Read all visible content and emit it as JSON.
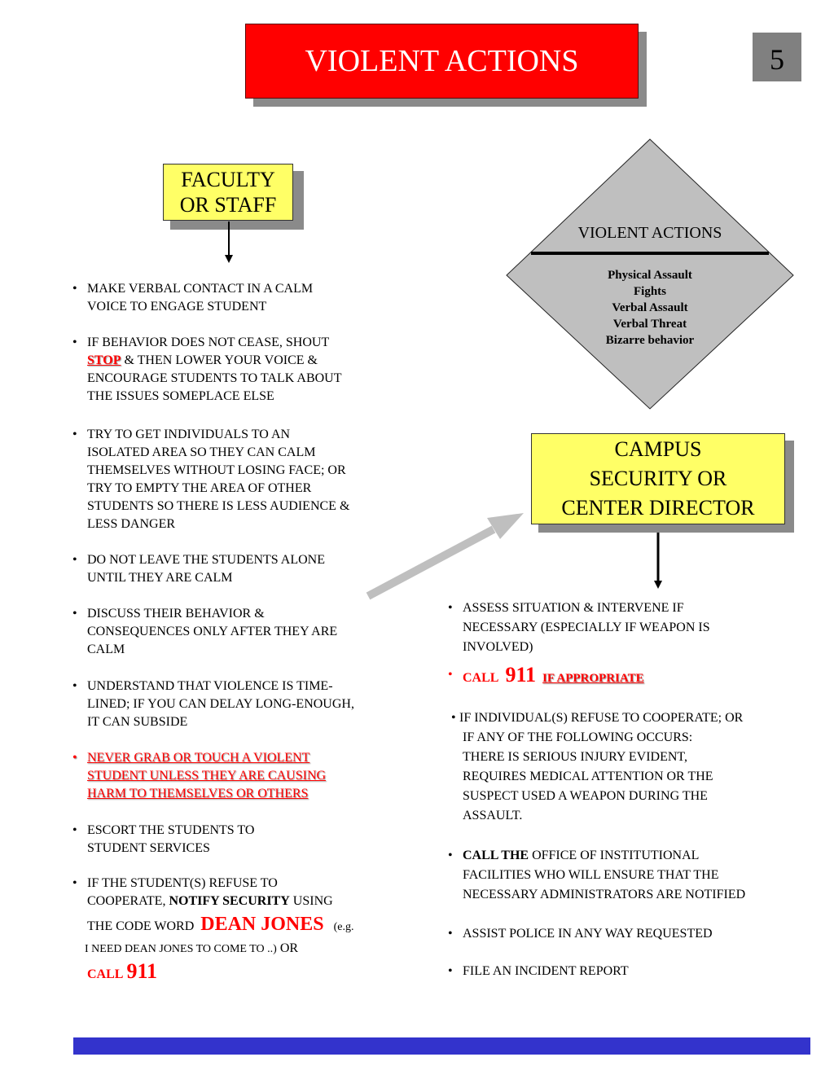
{
  "header": {
    "title": "VIOLENT ACTIONS",
    "page_number": "5"
  },
  "faculty_box": {
    "line1": "FACULTY",
    "line2": "OR STAFF"
  },
  "diamond": {
    "title": "VIOLENT ACTIONS",
    "items": [
      "Physical Assault",
      "Fights",
      "Verbal Assault",
      "Verbal Threat",
      "Bizarre behavior"
    ]
  },
  "security_box": {
    "line1": "CAMPUS",
    "line2": "SECURITY OR",
    "line3": "CENTER DIRECTOR"
  },
  "left_steps": {
    "s1_l1": "MAKE VERBAL CONTACT IN A CALM",
    "s1_l2": "VOICE TO ENGAGE STUDENT",
    "s2_l1": "IF BEHAVIOR DOES NOT CEASE, SHOUT",
    "s2_stop": "STOP",
    "s2_l2": "& THEN LOWER YOUR VOICE &",
    "s2_l3": "ENCOURAGE STUDENTS TO TALK ABOUT",
    "s2_l4": "THE ISSUES SOMEPLACE ELSE",
    "s3_l1": "TRY TO GET INDIVIDUALS TO AN",
    "s3_l2": "ISOLATED AREA SO THEY CAN CALM",
    "s3_l3": "THEMSELVES WITHOUT LOSING FACE; OR",
    "s3_l4": "TRY TO EMPTY THE AREA OF OTHER",
    "s3_l5": "STUDENTS SO THERE IS LESS AUDIENCE &",
    "s3_l6": "LESS DANGER",
    "s4_l1": "DO NOT LEAVE THE STUDENTS  ALONE",
    "s4_l2": "UNTIL THEY ARE CALM",
    "s5_l1": "DISCUSS THEIR BEHAVIOR &",
    "s5_l2": "CONSEQUENCES ONLY AFTER THEY ARE",
    "s5_l3": "CALM",
    "s6_l1": "UNDERSTAND THAT VIOLENCE IS TIME-",
    "s6_l2": "LINED; IF YOU CAN DELAY LONG-ENOUGH,",
    "s6_l3": "IT CAN SUBSIDE",
    "s7_l1": "NEVER GRAB OR TOUCH A VIOLENT",
    "s7_l2": "STUDENT UNLESS THEY ARE CAUSING",
    "s7_l3": "HARM TO THEMSELVES OR OTHERS",
    "s8_l1": "ESCORT THE STUDENTS TO",
    "s8_l2": "STUDENT SERVICES",
    "s9_l1": "IF THE STUDENT(S) REFUSE TO",
    "s9_l2a": "COOPERATE,",
    "s9_l2b": "NOTIFY SECURITY",
    "s9_l2c": "USING",
    "s9_l3a": "THE CODE WORD",
    "s9_code": "DEAN JONES",
    "s9_eg": "(e.g.",
    "s9_l4a": "I   NEED DEAN JONES TO COME TO ..)",
    "s9_l4b": "OR",
    "s9_call": "CALL",
    "s9_911": "911"
  },
  "right_steps": {
    "r1_l1": "ASSESS SITUATION &  INTERVENE IF",
    "r1_l2": "NECESSARY (ESPECIALLY IF WEAPON IS",
    "r1_l3": "INVOLVED)",
    "r2_call": "CALL",
    "r2_911": "911",
    "r2_if": "IF  APPROPRIATE",
    "r3_l1": "IF INDIVIDUAL(S)  REFUSE TO COOPERATE; OR",
    "r3_l2": "IF ANY OF THE FOLLOWING OCCURS:",
    "r3_l3": "THERE IS  SERIOUS INJURY EVIDENT,",
    "r3_l4": "REQUIRES MEDICAL ATTENTION OR THE",
    "r3_l5": "SUSPECT USED A WEAPON DURING THE",
    "r3_l6": "ASSAULT.",
    "r4_callthe": "CALL THE",
    "r4_l1": "OFFICE OF INSTITUTIONAL",
    "r4_l2": "FACILITIES WHO WILL ENSURE THAT THE",
    "r4_l3": "NECESSARY ADMINISTRATORS ARE NOTIFIED",
    "r5_l1": "ASSIST POLICE IN ANY WAY REQUESTED",
    "r6_l1": "FILE AN INCIDENT REPORT"
  },
  "colors": {
    "title_bg": "#ff0000",
    "box_yellow": "#ffff66",
    "diamond_gray": "#bfbfbf",
    "bar_blue": "#3333cc",
    "emphasis_red": "#ff0000"
  }
}
